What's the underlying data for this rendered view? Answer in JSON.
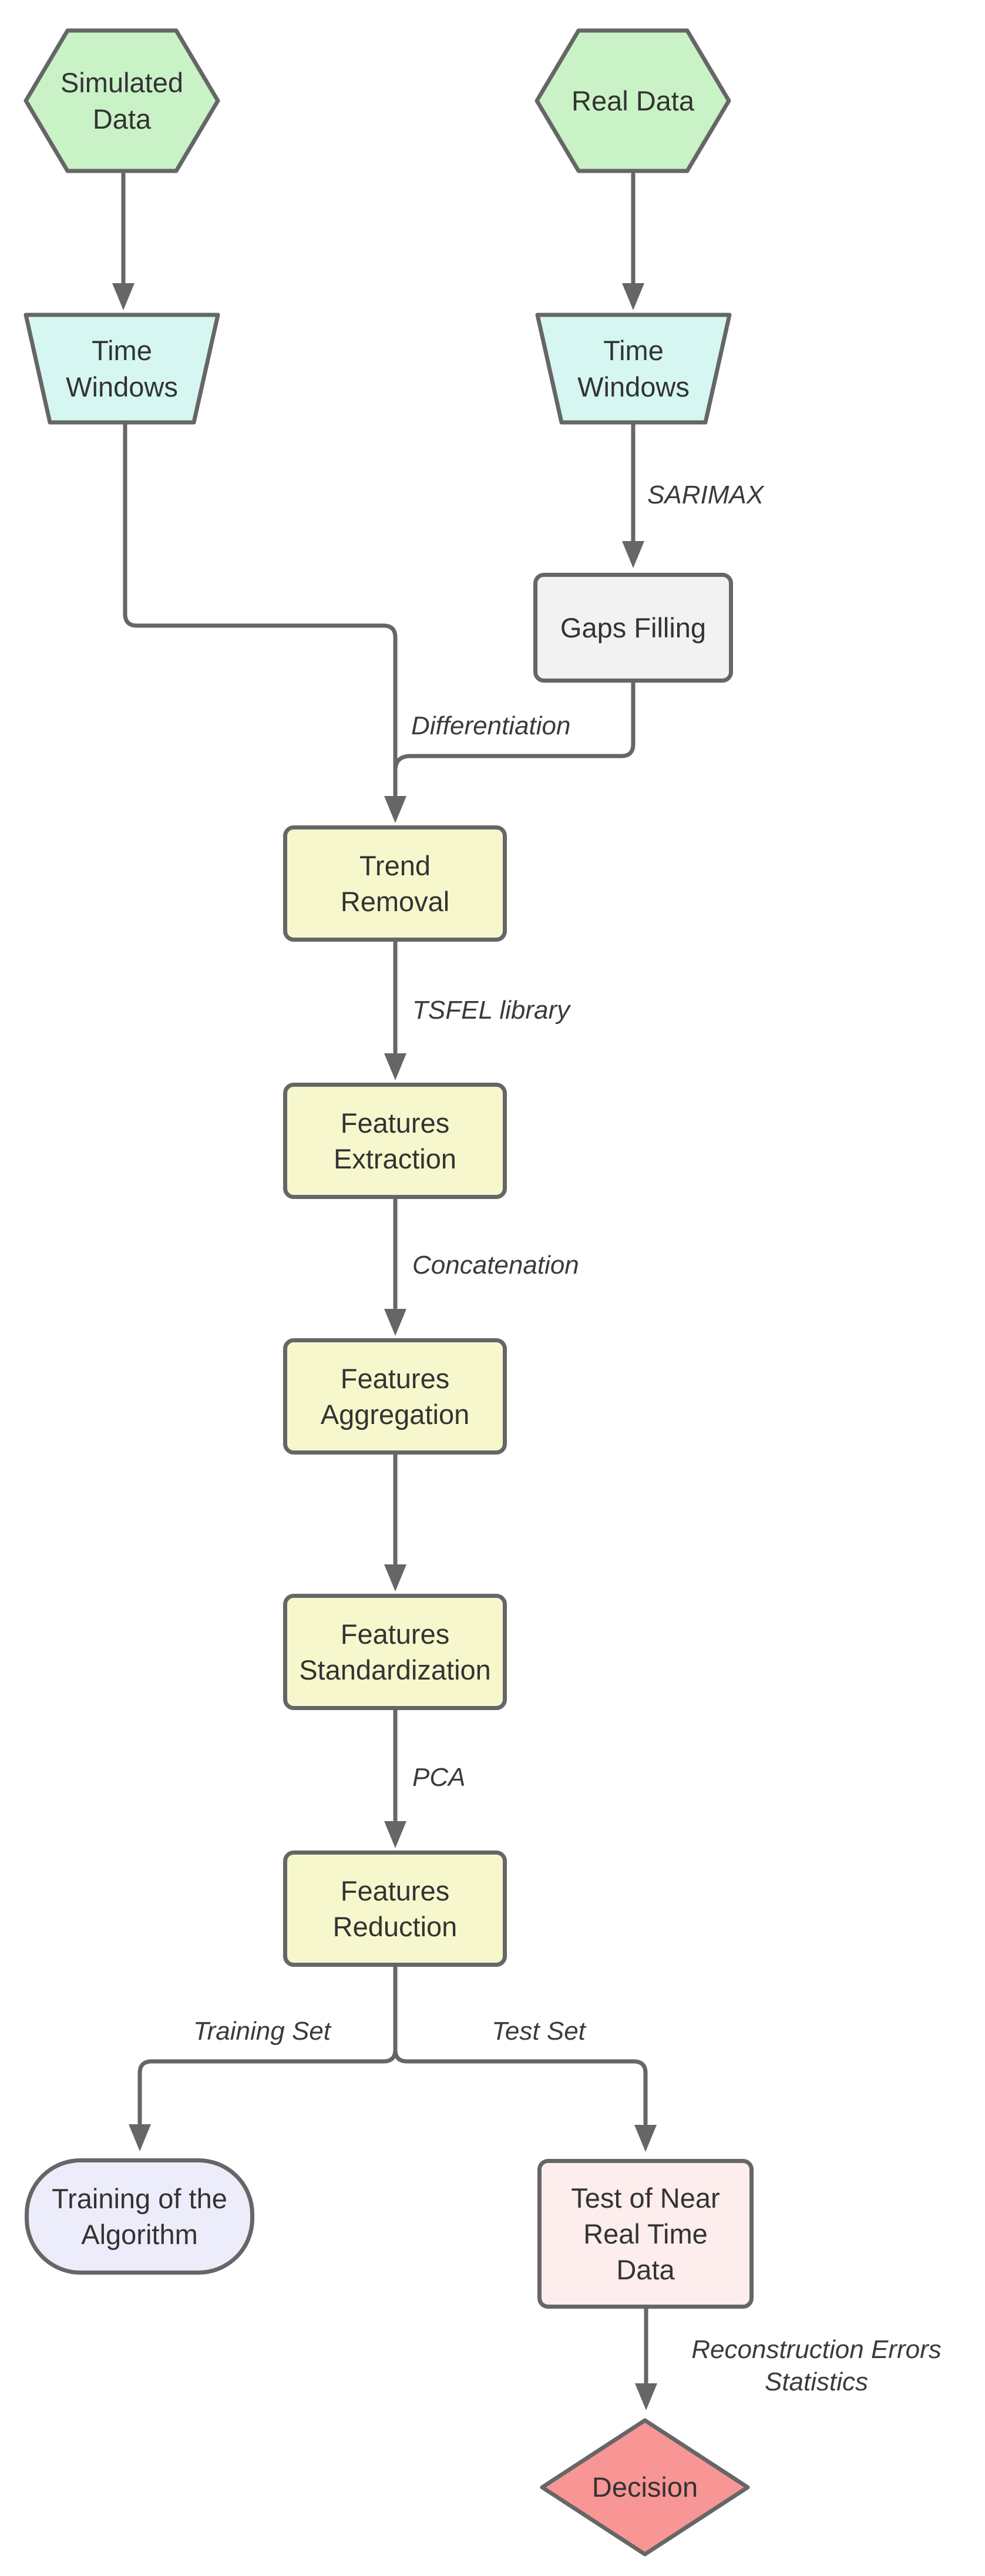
{
  "diagram": {
    "type": "flowchart",
    "nodes": {
      "simulated_data": {
        "label": "Simulated Data",
        "shape": "hexagon",
        "fill": "#c9f2c6"
      },
      "real_data": {
        "label": "Real Data",
        "shape": "hexagon",
        "fill": "#c9f2c6"
      },
      "time_windows_left": {
        "label": "Time Windows",
        "shape": "trapezoid",
        "fill": "#d6f7f1"
      },
      "time_windows_right": {
        "label": "Time Windows",
        "shape": "trapezoid",
        "fill": "#d6f7f1"
      },
      "gaps_filling": {
        "label": "Gaps Filling",
        "shape": "rounded-rectangle",
        "fill": "#f2f2f2"
      },
      "trend_removal": {
        "label": "Trend Removal",
        "shape": "rounded-rectangle",
        "fill": "#f7f7cd"
      },
      "features_extraction": {
        "label": "Features Extraction",
        "shape": "rounded-rectangle",
        "fill": "#f7f7cd"
      },
      "features_aggregation": {
        "label": "Features Aggregation",
        "shape": "rounded-rectangle",
        "fill": "#f7f7cd"
      },
      "features_standardization": {
        "label": "Features Standardization",
        "shape": "rounded-rectangle",
        "fill": "#f7f7cd"
      },
      "features_reduction": {
        "label": "Features Reduction",
        "shape": "rounded-rectangle",
        "fill": "#f7f7cd"
      },
      "training_of_the_algorithm": {
        "label": "Training of the Algorithm",
        "shape": "stadium",
        "fill": "#edecfa"
      },
      "test_of_near_real_time_data": {
        "label": "Test of Near Real Time Data",
        "shape": "rounded-rectangle",
        "fill": "#fdeded"
      },
      "decision": {
        "label": "Decision",
        "shape": "diamond",
        "fill": "#f89595"
      }
    },
    "edge_labels": {
      "sarimax": "SARIMAX",
      "differentiation": "Differentiation",
      "tsfel": "TSFEL library",
      "concatenation": "Concatenation",
      "pca": "PCA",
      "training_set": "Training Set",
      "test_set": "Test Set",
      "reconstruction": "Reconstruction Errors Statistics"
    },
    "colors": {
      "connector": "#666666",
      "shape_border": "#666666",
      "node_text": "#333333",
      "edge_label_text": "#3b3b3b",
      "hexagon_fill": "#c9f2c6",
      "trapezoid_fill": "#d6f7f1",
      "gray_fill": "#f2f2f2",
      "yellow_fill": "#f7f7cd",
      "lavender_fill": "#edecfa",
      "pink_fill": "#fdeded",
      "salmon_fill": "#f89595",
      "background": "#ffffff"
    }
  }
}
